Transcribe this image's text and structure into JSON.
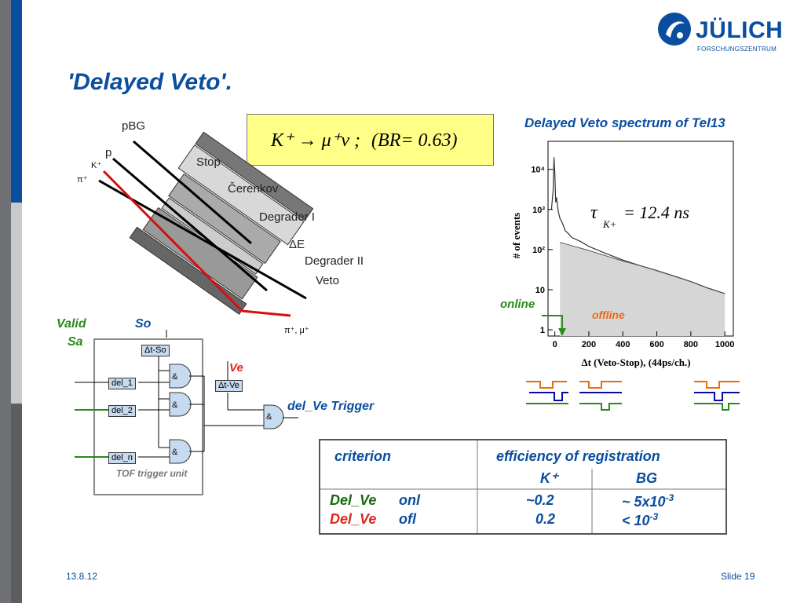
{
  "slide": {
    "title": "'Delayed Veto'.",
    "date": "13.8.12",
    "slide_number": "Slide 19"
  },
  "logo": {
    "name": "JÜLICH",
    "sub": "FORSCHUNGSZENTRUM",
    "icon": "juelich-swirl-icon"
  },
  "formula": {
    "decay": "K⁺ → μ⁺ν ;",
    "branching": "(BR= 0.63)"
  },
  "detector": {
    "beam_labels": [
      "pBG",
      "p",
      "K⁺",
      "π⁺"
    ],
    "layers": [
      "Stop",
      "Čerenkov",
      "Degrader I",
      "ΔE",
      "Degrader II",
      "Veto"
    ],
    "exit_label": "π⁺, μ⁺"
  },
  "trigger": {
    "valid_label": "Valid",
    "sa_label": "Sa",
    "so_label": "So",
    "ve_label": "Ve",
    "dt_so": "Δt-So",
    "dt_ve": "Δt-Ve",
    "delays": [
      "del_1",
      "del_2",
      "del_n"
    ],
    "and_gate": "&",
    "output_label": "del_Ve Trigger",
    "unit_label": "TOF trigger unit"
  },
  "spectrum": {
    "title": "Delayed Veto spectrum of Tel13",
    "tau_label": "τ",
    "tau_sub": "K+",
    "tau_value": "= 12.4 ns",
    "online_label": "online",
    "offline_label": "offline",
    "colors": {
      "offline": "#ee6a10",
      "online": "#2a8a1a",
      "axis": "#0a4ea0"
    }
  },
  "chart_data": {
    "type": "area",
    "title": "",
    "xlabel": "Δt (Veto-Stop), (44ps/ch.)",
    "ylabel": "# of events",
    "xlim": [
      -40,
      1050
    ],
    "ylim": [
      0.7,
      50000
    ],
    "y_scale": "log",
    "x_ticks": [
      0,
      200,
      400,
      600,
      800,
      1000
    ],
    "y_ticks": [
      {
        "value": 1,
        "label": "1"
      },
      {
        "value": 10,
        "label": "10"
      },
      {
        "value": 100,
        "label": "10²"
      },
      {
        "value": 1000,
        "label": "10³"
      },
      {
        "value": 10000,
        "label": "10⁴"
      }
    ],
    "series": [
      {
        "x": [
          -20,
          -10,
          -5,
          0,
          5,
          10,
          20,
          30,
          40,
          50,
          60,
          80,
          100,
          150,
          200,
          300,
          400,
          500,
          600,
          700,
          800,
          900,
          1000
        ],
        "values": [
          1000,
          3000,
          20000,
          8000,
          1500,
          2000,
          900,
          600,
          500,
          400,
          300,
          250,
          200,
          160,
          120,
          80,
          55,
          40,
          30,
          22,
          16,
          11,
          8
        ]
      },
      {
        "x": [
          30,
          60,
          100,
          200,
          300,
          400,
          500,
          600,
          700,
          800,
          900,
          1000
        ],
        "values": [
          150,
          140,
          125,
          95,
          70,
          52,
          40,
          30,
          22,
          16,
          11,
          8
        ]
      }
    ]
  },
  "table": {
    "header_criterion": "criterion",
    "header_efficiency": "efficiency of registration",
    "col_k": "K⁺",
    "col_bg": "BG",
    "rows": [
      {
        "name": "Del_Ve",
        "mode": "onl",
        "k": "~0.2",
        "bg": "~ 5x10",
        "bg_exp": "-3"
      },
      {
        "name": "Del_Ve",
        "mode": "ofl",
        "k": "0.2",
        "bg": "< 10",
        "bg_exp": "-3"
      }
    ]
  }
}
